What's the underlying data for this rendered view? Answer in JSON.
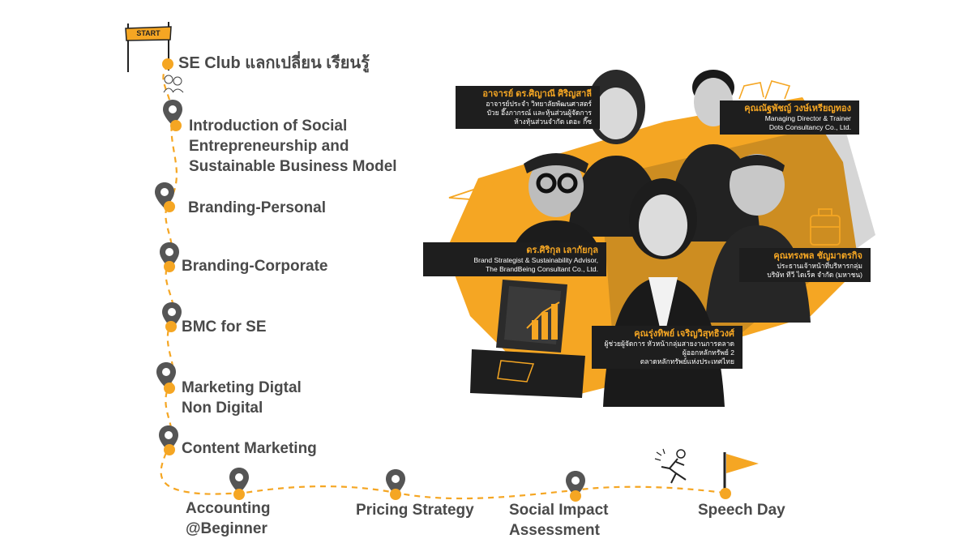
{
  "colors": {
    "accent": "#f5a623",
    "text": "#4a4a4a",
    "dark": "#1e1e1e"
  },
  "start_sign": "START",
  "steps": [
    {
      "label": "SE Club แลกเปลี่ยน เรียนรู้"
    },
    {
      "lines": [
        "Introduction of Social",
        "Entrepreneurship and",
        "Sustainable Business Model"
      ]
    },
    {
      "label": "Branding-Personal"
    },
    {
      "label": "Branding-Corporate"
    },
    {
      "label": "BMC for SE"
    },
    {
      "lines": [
        "Marketing Digtal",
        "Non Digital"
      ]
    },
    {
      "label": "Content Marketing"
    },
    {
      "lines": [
        "Accounting",
        "@Beginner"
      ]
    },
    {
      "label": "Pricing Strategy"
    },
    {
      "lines": [
        "Social Impact",
        "Assessment"
      ]
    },
    {
      "label": "Speech Day"
    }
  ],
  "speakers": [
    {
      "name": "อาจารย์ ดร.ศิญาณี ศิริญสาลี",
      "lines": [
        "อาจารย์ประจำ วิทยาลัยพัฒนศาสตร์",
        "ป๋วย อึ๊งภากรณ์ และหุ้นส่วนผู้จัดการ",
        "ห้างหุ้นส่วนจำกัด เดอะ กี๊ซ"
      ]
    },
    {
      "name": "คุณณัฐพัชญ์ วงษ์เหรียญทอง",
      "lines": [
        "Managing Director & Trainer",
        "Dots Consultancy Co., Ltd."
      ]
    },
    {
      "name": "ดร.ศิริกุล  เลากัยกุล",
      "lines": [
        "Brand Strategist & Sustainability Advisor,",
        "The BrandBeing Consultant Co., Ltd."
      ]
    },
    {
      "name": "คุณทรงพล ชัญมาตรกิจ",
      "lines": [
        "ประธานเจ้าหน้าที่บริหารกลุ่ม",
        "บริษัท ทีวี ไดเร็ค จำกัด (มหาชน)"
      ]
    },
    {
      "name": "คุณรุ่งทิพย์ เจริญวิสุทธิวงศ์",
      "lines": [
        "ผู้ช่วยผู้จัดการ หัวหน้ากลุ่มสายงานการตลาด",
        "ผู้ออกหลักทรัพย์ 2",
        "ตลาดหลักทรัพย์แห่งประเทศไทย"
      ]
    }
  ]
}
